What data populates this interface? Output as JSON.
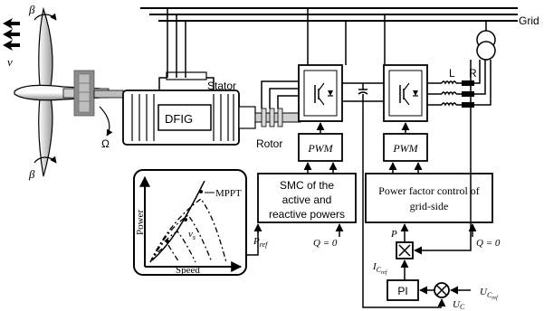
{
  "labels": {
    "grid": "Grid",
    "stator": "Stator",
    "rotor": "Rotor",
    "dfig": "DFIG",
    "omega": "Ω",
    "beta_top": "β",
    "beta_bottom": "β",
    "wind_speed": "v",
    "inductor": "L",
    "resistor": "R",
    "pwm_left": "PWM",
    "pwm_right": "PWM",
    "smc_line1": "SMC of the",
    "smc_line2": "active and",
    "smc_line3": "reactive powers",
    "pfc_line1": "Power factor control of",
    "pfc_line2": "grid-side",
    "p_ref": "P",
    "p_ref_sub": "ref",
    "q_left": "Q = 0",
    "q_right": "Q = 0",
    "p_mult": "P",
    "ic_ref": "I",
    "ic_ref_sub": "C",
    "ic_ref_subsub": "ref",
    "pi": "PI",
    "uc_ref": "U",
    "uc_ref_sub": "C",
    "uc_ref_subsub": "ref",
    "uc": "U",
    "uc_sub": "C",
    "mppt": "MPPT",
    "power_axis": "Power",
    "speed_axis": "Speed",
    "vs_label": "v",
    "vs_sub": "s"
  }
}
